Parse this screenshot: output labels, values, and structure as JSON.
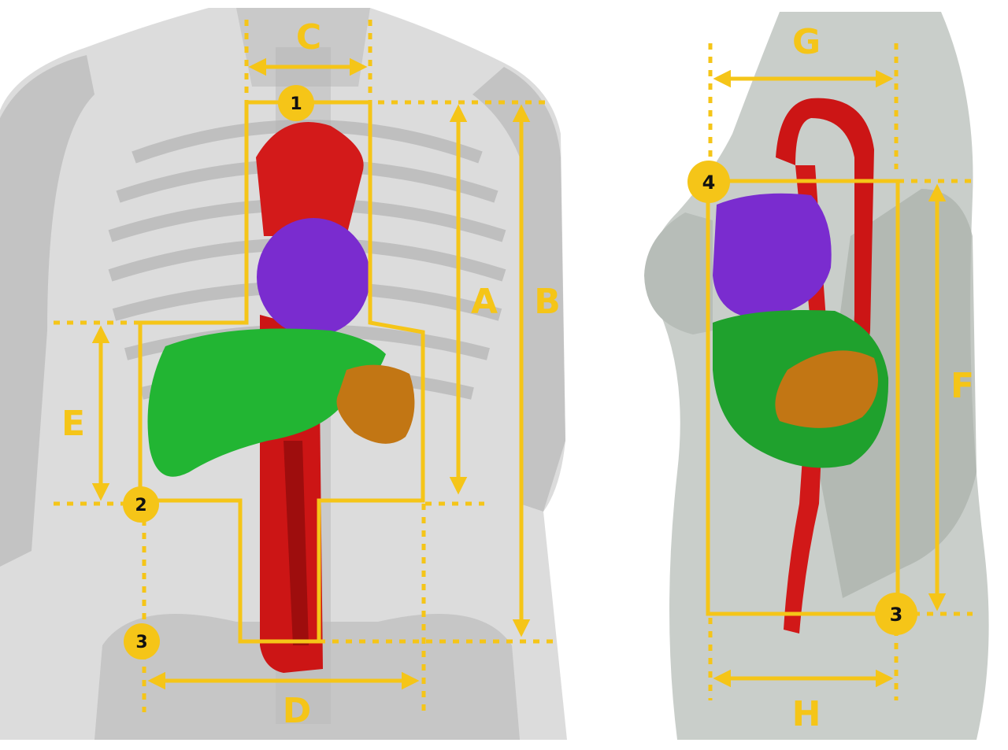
{
  "colors": {
    "guide": "#f5c518",
    "body_shade": "#cfcfcf",
    "heart_ventricle": "#7a2ccf",
    "vessel": "#d41616",
    "liver": "#21b531",
    "spleen": "#c27614",
    "side_body": "#b9c1bb"
  },
  "front_view": {
    "dimension_labels": {
      "a": "A",
      "b": "B",
      "c": "C",
      "d": "D",
      "e": "E"
    },
    "landmarks": {
      "p1": "1",
      "p2": "2",
      "p3": "3"
    }
  },
  "side_view": {
    "dimension_labels": {
      "f": "F",
      "g": "G",
      "h": "H"
    },
    "landmarks": {
      "p4": "4",
      "p3": "3"
    }
  }
}
